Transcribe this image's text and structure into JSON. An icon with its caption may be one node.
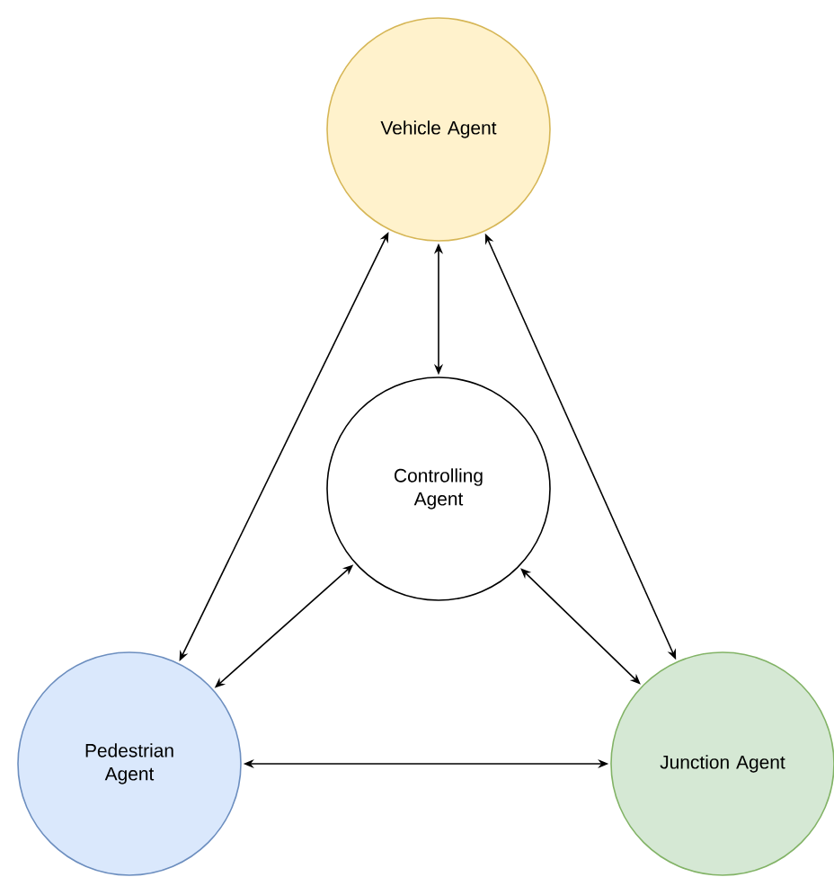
{
  "diagram": {
    "nodes": [
      {
        "text": [
          "Vehicle Agent"
        ]
      },
      {
        "text": [
          "Controlling Agent"
        ]
      },
      {
        "text": [
          "Pedestrian Agent"
        ]
      },
      {
        "text": [
          "Junction Agent"
        ]
      }
    ],
    "edges": [
      {
        "from": 0,
        "to": 1,
        "arrow": "both"
      },
      {
        "from": 0,
        "to": 2,
        "arrow": "both"
      },
      {
        "from": 0,
        "to": 3,
        "arrow": "both"
      },
      {
        "from": 1,
        "to": 2,
        "arrow": "both"
      },
      {
        "from": 1,
        "to": 3,
        "arrow": "both"
      },
      {
        "from": 2,
        "to": 3,
        "arrow": "both"
      }
    ]
  }
}
